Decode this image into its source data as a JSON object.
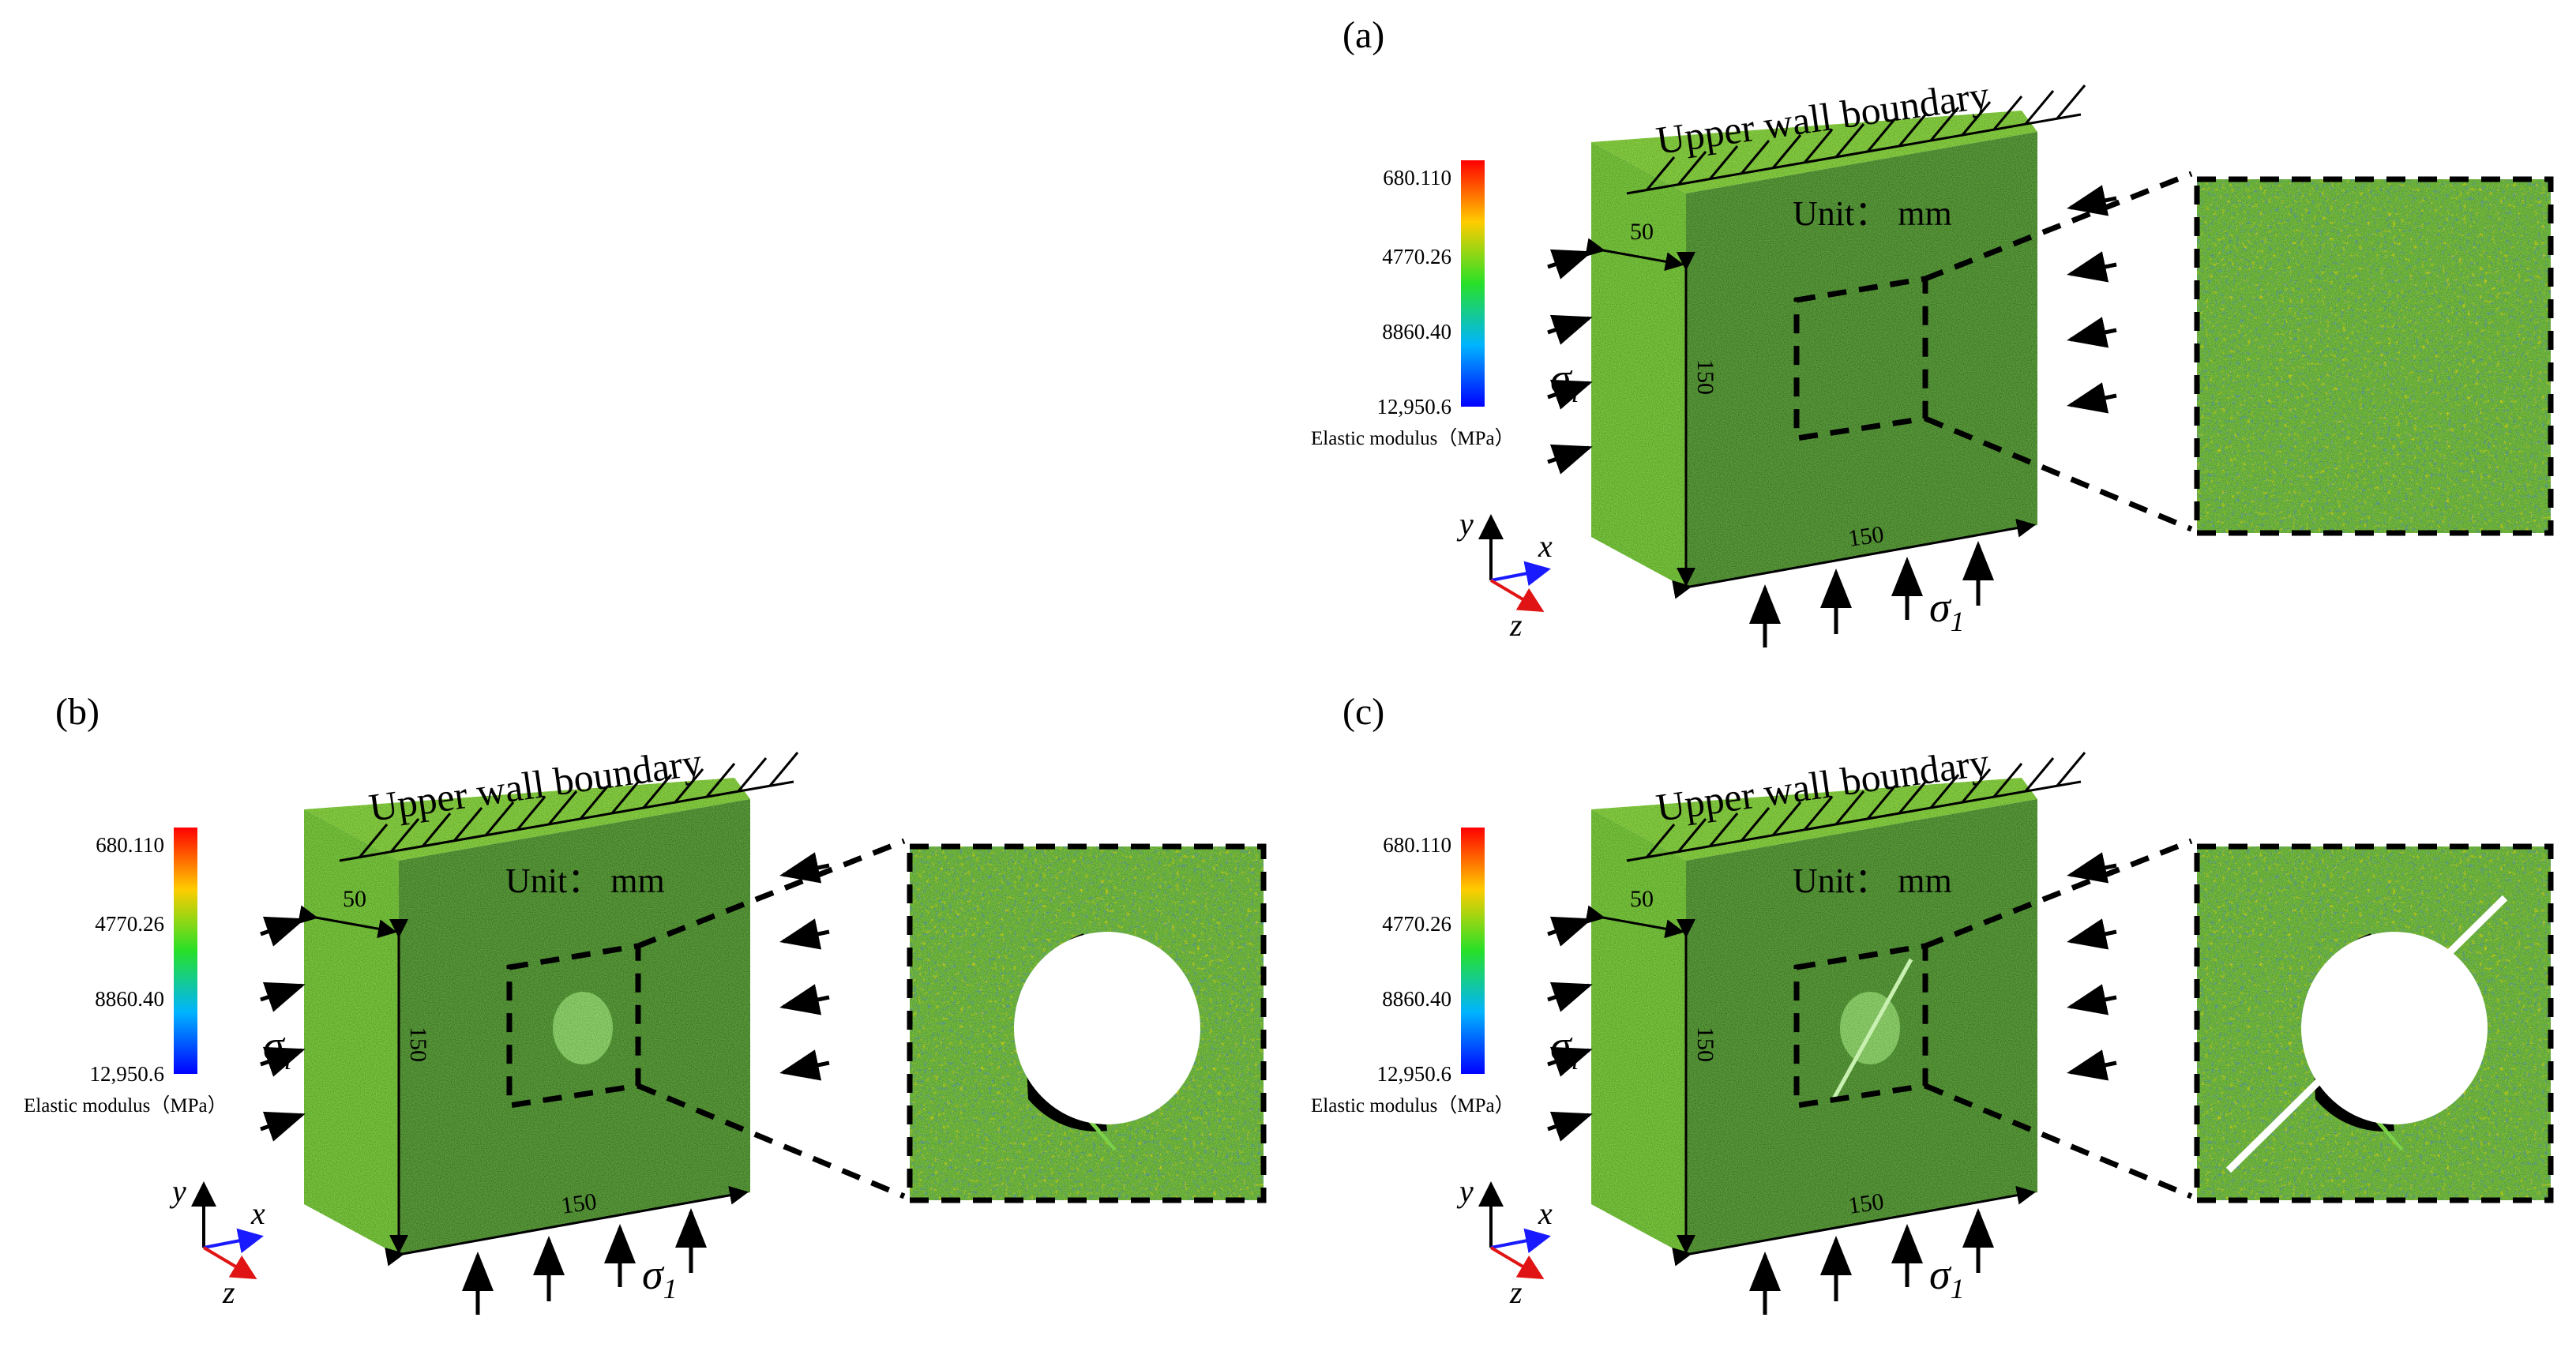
{
  "panels": [
    {
      "id": "a",
      "label": "(a)",
      "upper_wall_label": "Upper wall boundary",
      "unit_label": "Unit： mm",
      "depth_dim": "50",
      "height_dim": "150",
      "width_dim": "150",
      "colorbar": {
        "ticks": [
          "680.110",
          "4770.26",
          "8860.40",
          "12,950.6"
        ],
        "title": "Elastic modulus（MPa）"
      },
      "sigma_lateral": {
        "symbol": "σ",
        "sub": "l"
      },
      "sigma_axial": {
        "symbol": "σ",
        "sub": "1"
      },
      "axes": {
        "y": "y",
        "x": "x",
        "z": "z"
      },
      "defect": "none"
    },
    {
      "id": "b",
      "label": "(b)",
      "upper_wall_label": "Upper wall boundary",
      "unit_label": "Unit： mm",
      "depth_dim": "50",
      "height_dim": "150",
      "width_dim": "150",
      "colorbar": {
        "ticks": [
          "680.110",
          "4770.26",
          "8860.40",
          "12,950.6"
        ],
        "title": "Elastic modulus（MPa）"
      },
      "sigma_lateral": {
        "symbol": "σ",
        "sub": "l"
      },
      "sigma_axial": {
        "symbol": "σ",
        "sub": "1"
      },
      "axes": {
        "y": "y",
        "x": "x",
        "z": "z"
      },
      "defect": "hole"
    },
    {
      "id": "c",
      "label": "(c)",
      "upper_wall_label": "Upper wall boundary",
      "unit_label": "Unit： mm",
      "depth_dim": "50",
      "height_dim": "150",
      "width_dim": "150",
      "colorbar": {
        "ticks": [
          "680.110",
          "4770.26",
          "8860.40",
          "12,950.6"
        ],
        "title": "Elastic modulus（MPa）"
      },
      "sigma_lateral": {
        "symbol": "σ",
        "sub": "l"
      },
      "sigma_axial": {
        "symbol": "σ",
        "sub": "1"
      },
      "axes": {
        "y": "y",
        "x": "x",
        "z": "z"
      },
      "defect": "hole-with-crack"
    }
  ],
  "colors": {
    "specimen_front": "#5a9e3a",
    "specimen_side": "#78c83c",
    "specimen_top": "#86d040",
    "colormap": [
      "#ff0000",
      "#ffcc00",
      "#28e028",
      "#00b4ff",
      "#0000ff"
    ],
    "axis_x": "#1a1aff",
    "axis_y": "#000000",
    "axis_z": "#e01414"
  }
}
